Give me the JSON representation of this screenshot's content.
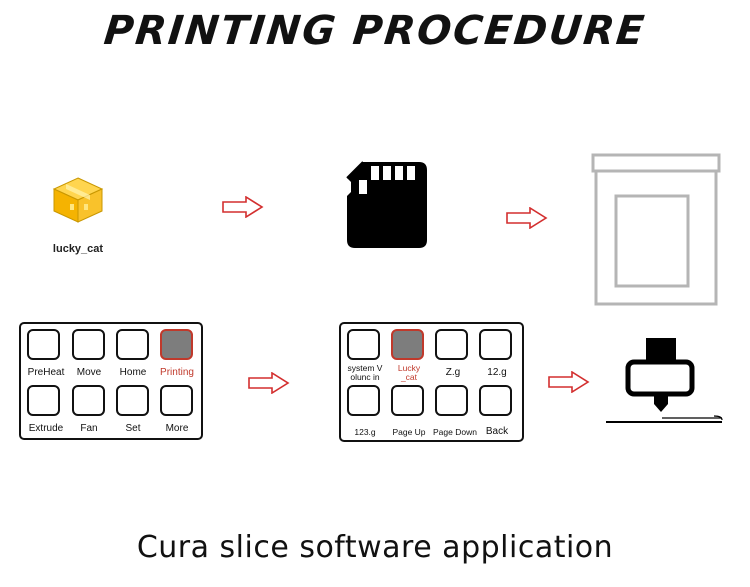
{
  "title": "PRINTING PROCEDURE",
  "file": {
    "label": "lucky_cat",
    "icon": "gcode-file-icon"
  },
  "arrow_color": "#d32f2f",
  "accent_color": "#c0392b",
  "panel1": {
    "row1": [
      "PreHeat",
      "Move",
      "Home",
      "Printing"
    ],
    "row2": [
      "Extrude",
      "Fan",
      "Set",
      "More"
    ],
    "active": "Printing"
  },
  "panel2": {
    "row1": [
      "system V\nolunc in",
      "Lucky\n_cat",
      "Z.g",
      "12.g"
    ],
    "row2": [
      "123.g",
      "Page Up",
      "Page Down",
      "Back"
    ],
    "active": "Lucky\n_cat"
  },
  "caption": "Cura slice software application"
}
